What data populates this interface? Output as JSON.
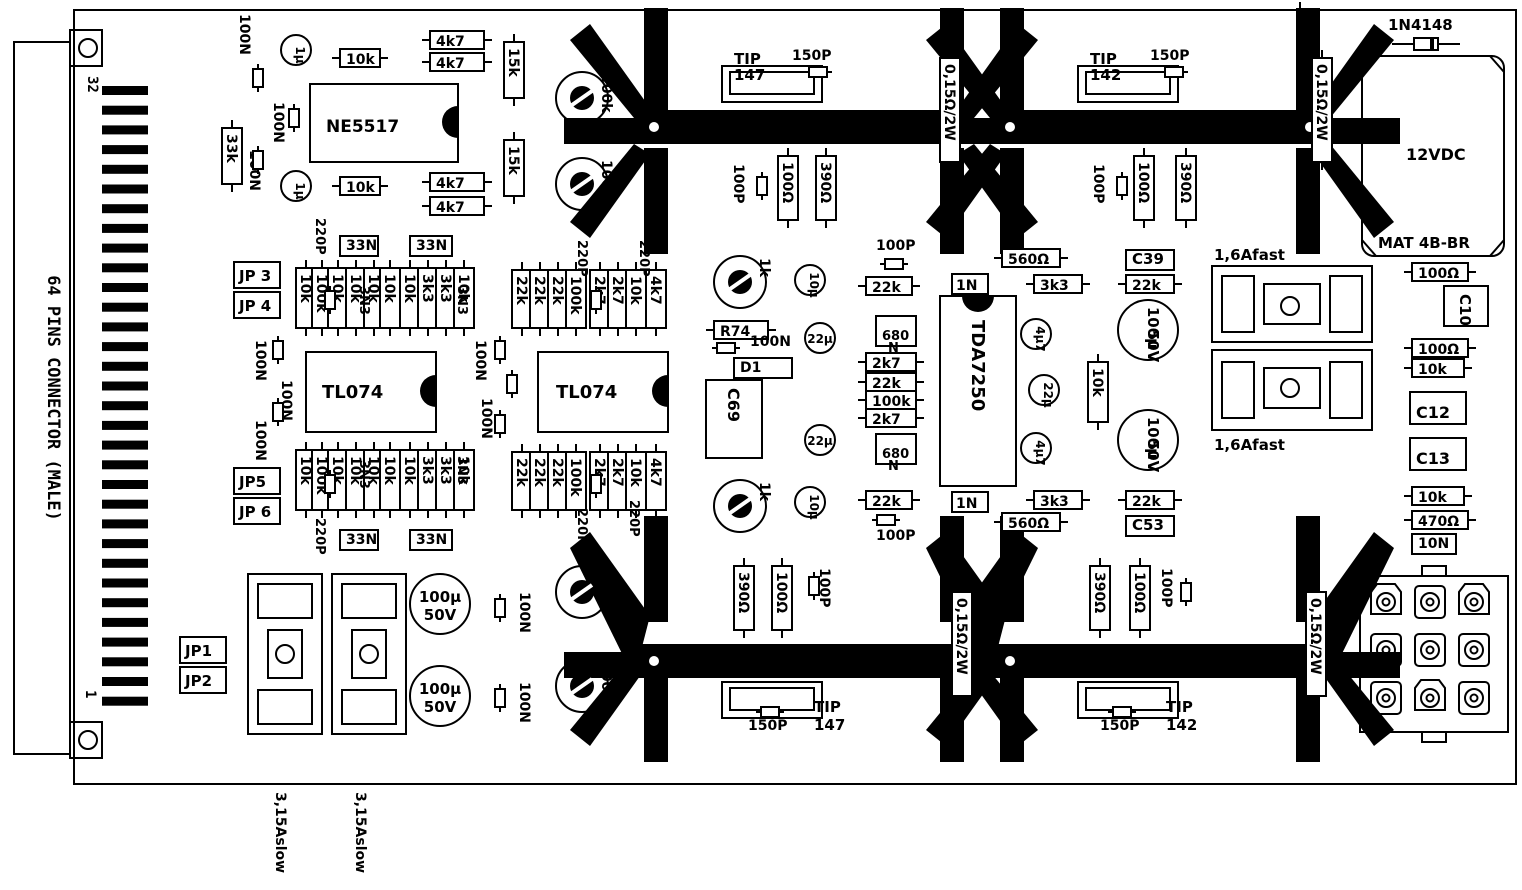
{
  "connector": {
    "label": "64 PINS CONNECTOR (MALE)",
    "pin_top": "32",
    "pin_bottom": "1"
  },
  "fuses_slow": {
    "label_a": "3,15Aslow",
    "label_b": "3,15Aslow"
  },
  "fuses_fast": {
    "label_a": "1,6Afast",
    "label_b": "1,6Afast"
  },
  "ics": {
    "ne5517": "NE5517",
    "tl074_a": "TL074",
    "tl074_b": "TL074",
    "tda7250": "TDA7250"
  },
  "relay": {
    "name": "12VDC",
    "model": "MAT 4B-BR"
  },
  "diode": {
    "name": "1N4148"
  },
  "transistors": {
    "tip147_top": {
      "name": "TIP",
      "num": "147"
    },
    "tip142_top": {
      "name": "TIP",
      "num": "142"
    },
    "tip147_bot": {
      "name": "TIP",
      "num": "147"
    },
    "tip142_bot": {
      "name": "TIP",
      "num": "142"
    }
  },
  "jumpers": [
    "JP 3",
    "JP 4",
    "JP5",
    "JP 6",
    "JP1",
    "JP2"
  ],
  "parts": {
    "c10": "C10",
    "c12": "C12",
    "c13": "C13",
    "c39": "C39",
    "c53": "C53",
    "c69": "C69",
    "r74": "R74",
    "d1": "D1",
    "n1a": "1N",
    "n1b": "1N",
    "n10": "10N",
    "n100": "100N",
    "r10k": "10k",
    "r4k7": "4k7",
    "r15k": "15k",
    "r33k": "33k",
    "r100k": "100k",
    "r1k": "1k",
    "r22k": "22k",
    "r3k3": "3k3",
    "r2k7": "2k7",
    "r560": "560Ω",
    "r100o": "100Ω",
    "r390": "390Ω",
    "r470": "470Ω",
    "r015": "0,15Ω/2W",
    "c150p": "150P",
    "c100p": "100P",
    "c220p": "220P",
    "c33n": "33N",
    "c3n3": "3N3",
    "c680": "680",
    "n": "N",
    "u10": "10µ",
    "u22": "22µ",
    "u1": "1µ",
    "u4u7": "4µ7",
    "u100": "100µ",
    "v50": "50V",
    "u100b": "100µ"
  },
  "colors": {
    "ink": "#000000",
    "paper": "#ffffff"
  }
}
